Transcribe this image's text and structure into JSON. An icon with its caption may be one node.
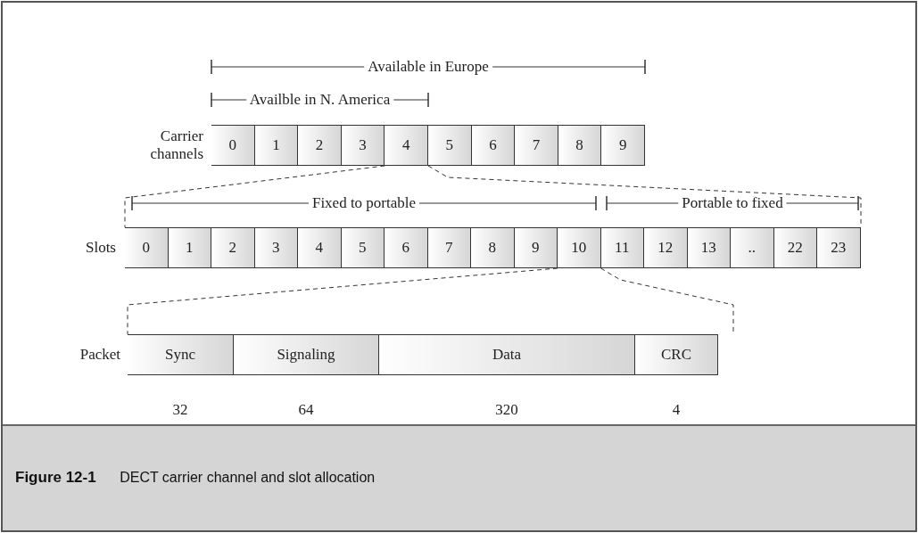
{
  "diagram": {
    "caption": "**Figure 12-1** DECT carrier channel and slot allocation",
    "nodes": [
      {
        "text": [
          "Carrier channels"
        ]
      },
      {
        "text": [
          "0"
        ],
        "in": 0
      },
      {
        "text": [
          "1"
        ],
        "in": 0
      },
      {
        "text": [
          "2"
        ],
        "in": 0
      },
      {
        "text": [
          "3"
        ],
        "in": 0
      },
      {
        "text": [
          "4"
        ],
        "in": 0
      },
      {
        "text": [
          "5"
        ],
        "in": 0
      },
      {
        "text": [
          "6"
        ],
        "in": 0
      },
      {
        "text": [
          "7"
        ],
        "in": 0
      },
      {
        "text": [
          "8"
        ],
        "in": 0
      },
      {
        "text": [
          "9"
        ],
        "in": 0
      },
      {
        "text": [
          "Slots"
        ]
      },
      {
        "text": [
          "0"
        ],
        "in": 11
      },
      {
        "text": [
          "1"
        ],
        "in": 11
      },
      {
        "text": [
          "2"
        ],
        "in": 11
      },
      {
        "text": [
          "3"
        ],
        "in": 11
      },
      {
        "text": [
          "4"
        ],
        "in": 11
      },
      {
        "text": [
          "5"
        ],
        "in": 11
      },
      {
        "text": [
          "6"
        ],
        "in": 11
      },
      {
        "text": [
          "7"
        ],
        "in": 11
      },
      {
        "text": [
          "8"
        ],
        "in": 11
      },
      {
        "text": [
          "9"
        ],
        "in": 11
      },
      {
        "text": [
          "10"
        ],
        "in": 11
      },
      {
        "text": [
          "11"
        ],
        "in": 11
      },
      {
        "text": [
          "12"
        ],
        "in": 11
      },
      {
        "text": [
          "13"
        ],
        "in": 11
      },
      {
        "text": [
          ".."
        ],
        "in": 11
      },
      {
        "text": [
          "22"
        ],
        "in": 11
      },
      {
        "text": [
          "23"
        ],
        "in": 11
      },
      {
        "text": [
          "Packet"
        ]
      },
      {
        "text": [
          "Sync"
        ],
        "in": 29,
        "beside": [
          "32"
        ]
      },
      {
        "text": [
          "Signaling"
        ],
        "in": 29,
        "beside": [
          "64"
        ]
      },
      {
        "text": [
          "Data"
        ],
        "in": 29,
        "beside": [
          "320"
        ]
      },
      {
        "text": [
          "CRC"
        ],
        "in": 29,
        "beside": [
          "4"
        ]
      }
    ],
    "edges": [
      {
        "from": 5,
        "to": 11,
        "arrow": "none",
        "style": "dashed"
      },
      {
        "from": 5,
        "to": 11,
        "arrow": "none",
        "style": "dashed"
      },
      {
        "from": 22,
        "to": 29,
        "arrow": "none",
        "style": "dashed"
      },
      {
        "from": 22,
        "to": 29,
        "arrow": "none",
        "style": "dashed"
      }
    ],
    "labels": [
      "Available in Europe",
      "Availble in N. America",
      "Fixed to portable",
      "Portable to fixed"
    ]
  }
}
